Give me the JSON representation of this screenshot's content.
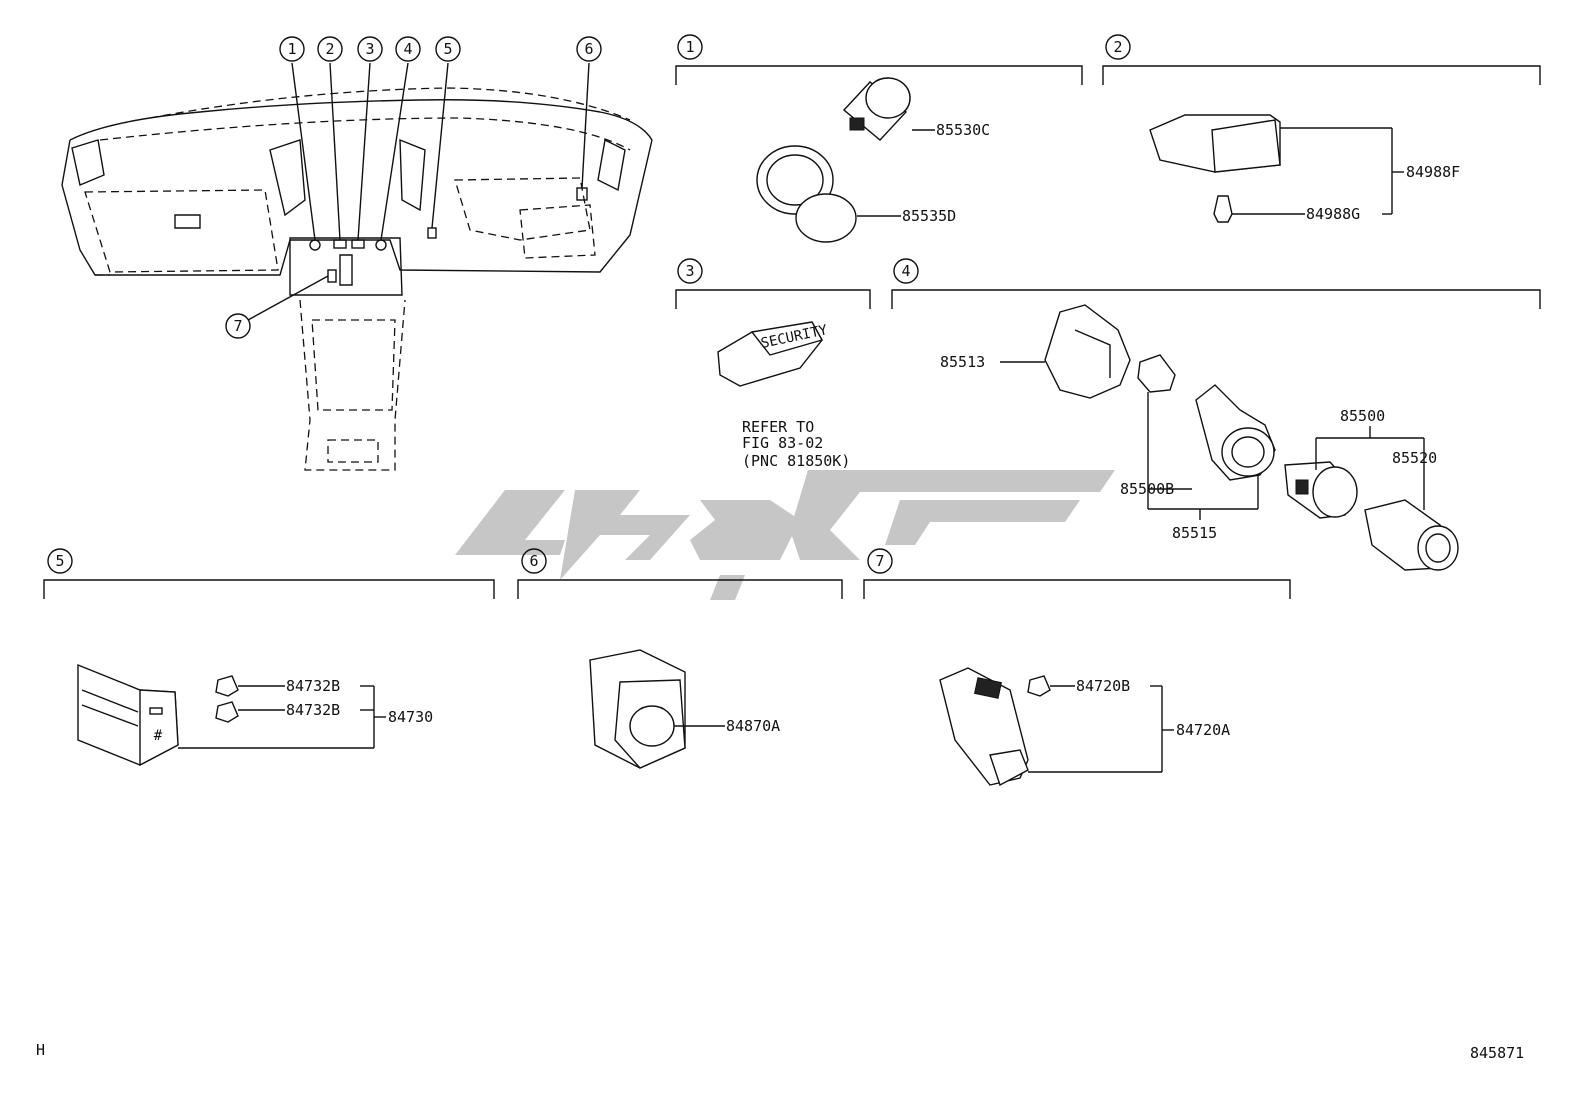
{
  "watermark_text": "",
  "corner_left": "H",
  "corner_right": "845871",
  "callouts": [
    "1",
    "2",
    "3",
    "4",
    "5",
    "6",
    "7"
  ],
  "sections": {
    "s1": {
      "num": "1",
      "parts": [
        "85530C",
        "85535D"
      ]
    },
    "s2": {
      "num": "2",
      "parts": [
        "84988F",
        "84988G"
      ]
    },
    "s3": {
      "num": "3",
      "note": [
        "REFER TO",
        "FIG 83-02",
        "(PNC 81850K)"
      ],
      "badge": "SECURITY"
    },
    "s4": {
      "num": "4",
      "parts": [
        "85513",
        "85500B",
        "85515",
        "85500",
        "85520"
      ]
    },
    "s5": {
      "num": "5",
      "parts": [
        "84732B",
        "84732B",
        "84730"
      ]
    },
    "s6": {
      "num": "6",
      "parts": [
        "84870A"
      ]
    },
    "s7": {
      "num": "7",
      "parts": [
        "84720B",
        "84720A"
      ]
    }
  }
}
